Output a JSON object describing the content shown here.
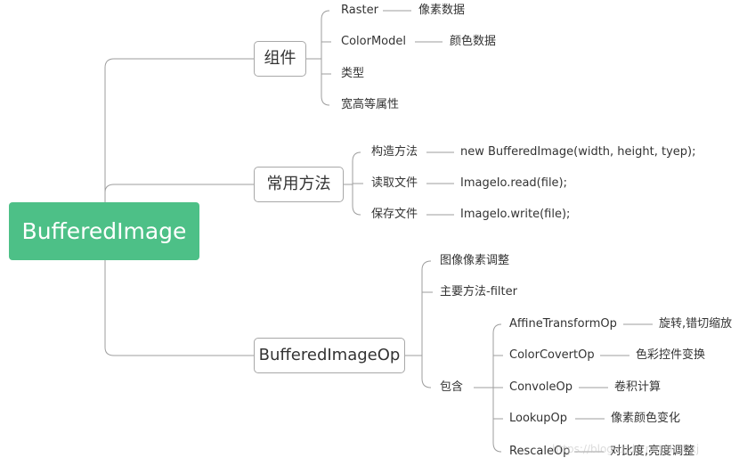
{
  "root": {
    "label": "BufferedImage",
    "color": "#4dc087"
  },
  "branches": {
    "components": {
      "label": "组件",
      "items": [
        {
          "label": "Raster",
          "detail": "像素数据"
        },
        {
          "label": "ColorModel",
          "detail": "颜色数据"
        },
        {
          "label": "类型"
        },
        {
          "label": "宽高等属性"
        }
      ]
    },
    "methods": {
      "label": "常用方法",
      "items": [
        {
          "label": "构造方法",
          "detail": "new BufferedImage(width, height, tyep);"
        },
        {
          "label": "读取文件",
          "detail": "ImageIo.read(file);"
        },
        {
          "label": "保存文件",
          "detail": "ImageIo.write(file);"
        }
      ]
    },
    "op": {
      "label": "BufferedImageOp",
      "items": [
        {
          "label": "图像像素调整"
        },
        {
          "label": "主要方法-filter"
        },
        {
          "label": "包含",
          "children": [
            {
              "label": "AffineTransformOp",
              "detail": "旋转,错切缩放"
            },
            {
              "label": "ColorCovertOp",
              "detail": "色彩控件变换"
            },
            {
              "label": "ConvoleOp",
              "detail": "卷积计算"
            },
            {
              "label": "LookupOp",
              "detail": "像素颜色变化"
            },
            {
              "label": "RescaleOp",
              "detail": "对比度,亮度调整"
            }
          ]
        }
      ]
    }
  },
  "watermark": "https://blog.csdn.net/lietbxj"
}
